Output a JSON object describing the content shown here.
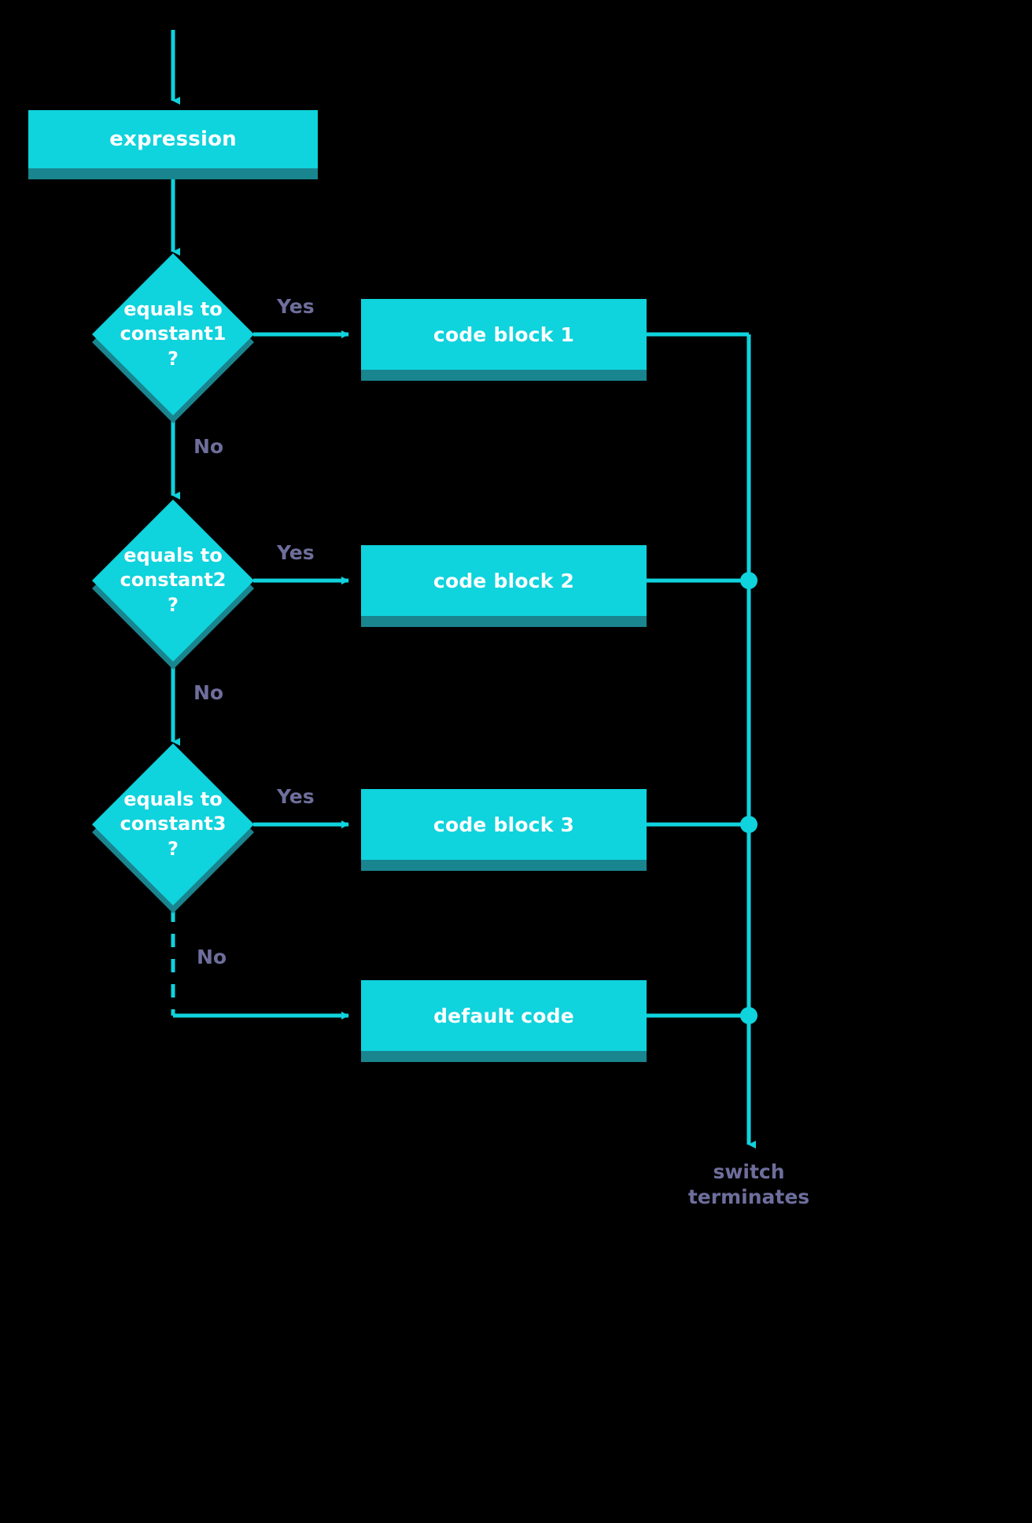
{
  "diagram": {
    "title": "switch statement flowchart",
    "background_color": "#000000",
    "shape_fill": "#0FD3DD",
    "shape_shadow": "#19858F",
    "connector_color": "#0FD3DD",
    "label_color": "#6E6E9C",
    "shape_text_color": "#FFFFFF"
  },
  "nodes": {
    "expression": "expression",
    "decision1": "equals to\nconstant1\n?",
    "decision2": "equals to\nconstant2\n?",
    "decision3": "equals to\nconstant3\n?",
    "block1": "code block 1",
    "block2": "code block 2",
    "block3": "code block 3",
    "default": "default code",
    "terminate": "switch\nterminates"
  },
  "edge_labels": {
    "yes1": "Yes",
    "no1": "No",
    "yes2": "Yes",
    "no2": "No",
    "yes3": "Yes",
    "no3": "No"
  }
}
